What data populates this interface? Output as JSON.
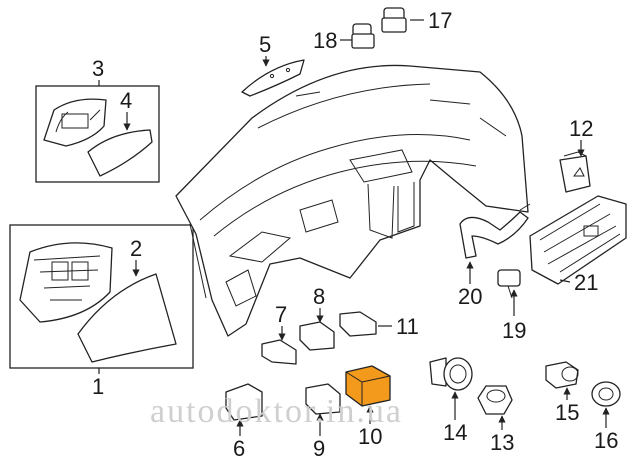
{
  "watermark": "autodoktor.in.ua",
  "highlight_color": "#f39a1c",
  "parts": [
    {
      "num": "1"
    },
    {
      "num": "2"
    },
    {
      "num": "3"
    },
    {
      "num": "4"
    },
    {
      "num": "5"
    },
    {
      "num": "6"
    },
    {
      "num": "7"
    },
    {
      "num": "8"
    },
    {
      "num": "9"
    },
    {
      "num": "10"
    },
    {
      "num": "11"
    },
    {
      "num": "12"
    },
    {
      "num": "13"
    },
    {
      "num": "14"
    },
    {
      "num": "15"
    },
    {
      "num": "16"
    },
    {
      "num": "17"
    },
    {
      "num": "18"
    },
    {
      "num": "19"
    },
    {
      "num": "20"
    },
    {
      "num": "21"
    }
  ]
}
